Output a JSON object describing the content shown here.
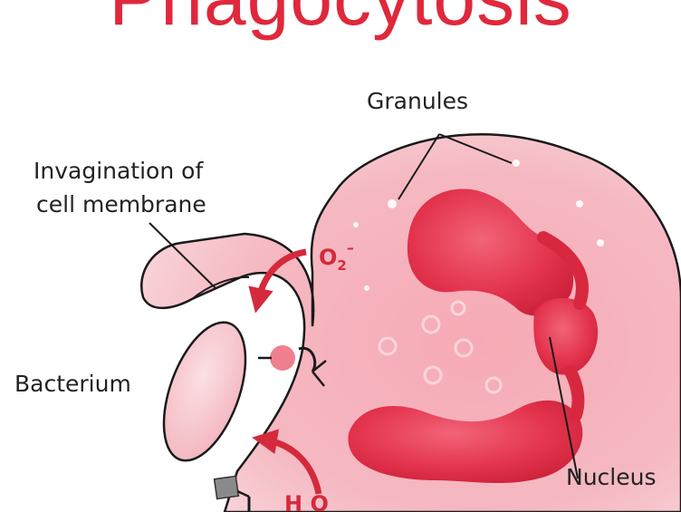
{
  "title": "Phagocytosis",
  "labels": {
    "granules": "Granules",
    "invagination_line1": "Invagination of",
    "invagination_line2": "cell membrane",
    "bacterium": "Bacterium",
    "nucleus": "Nucleus",
    "superoxide_base": "O",
    "superoxide_sub": "2",
    "superoxide_sup": "–",
    "peroxide_text": "H O"
  },
  "colors": {
    "title": "#e0283c",
    "cell_fill": "#f6b3bd",
    "cell_outline": "#1a1a1a",
    "nucleus": "#e0304a",
    "arrow": "#d42a3c"
  },
  "icons": [
    "curved-arrow-icon",
    "granule-icon"
  ]
}
